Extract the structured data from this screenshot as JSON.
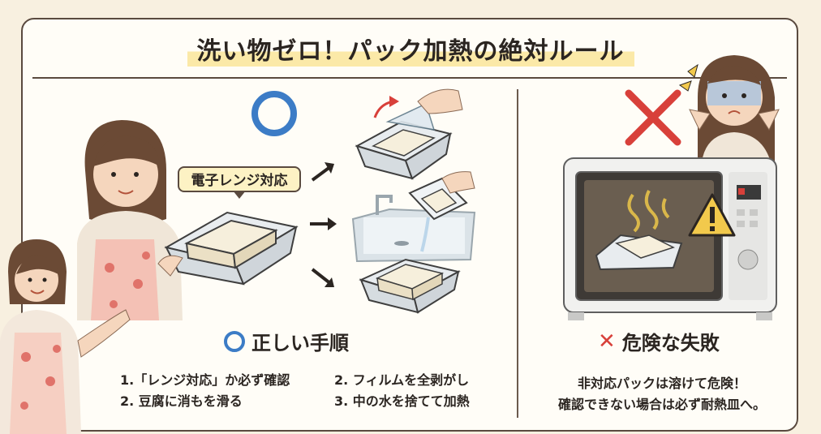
{
  "title": "洗い物ゼロ！パック加熱の絶対ルール",
  "correct": {
    "bubble_label": "電子レンジ対応",
    "heading": "正しい手順",
    "steps": {
      "s1": "1.「レンジ対応」か必ず確認",
      "s2": "2. フィルムを全剥がし",
      "s3": "2. 豆腐に消もを滑る",
      "s4": "3. 中の水を捨てて加熱"
    }
  },
  "wrong": {
    "heading": "危険な失敗",
    "line1": "非対応パックは溶けて危険！",
    "line2": "確認できない場合は必ず耐熱皿へ。"
  },
  "colors": {
    "ok_ring": "#3c7cc6",
    "ng_cross": "#d8403a",
    "title_highlight": "#fbe9a8",
    "background": "#f8f0e0"
  }
}
